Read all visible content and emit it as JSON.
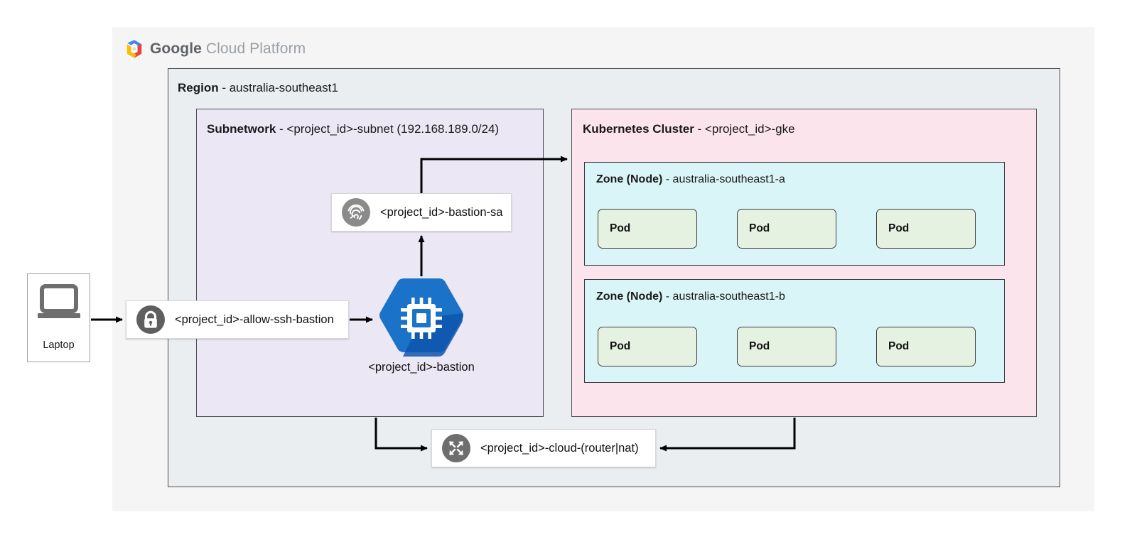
{
  "brand": {
    "logo_icon": "gcp-hexagon-logo-icon",
    "name_bold": "Google",
    "name_light": "Cloud Platform"
  },
  "colors": {
    "panel_bg": "#f5f5f5",
    "region_bg": "#eaeef0",
    "subnet_bg": "#ece7f5",
    "cluster_bg": "#fce4ec",
    "zone_bg": "#d9f5f8",
    "pod_bg": "#e5f2e1",
    "bastion_hex": "#1a73c8",
    "bastion_hex_shadow": "#0f4fa8",
    "icon_circle": "#6e6e6e",
    "stroke": "#4d4d4d"
  },
  "region": {
    "title_bold": "Region",
    "title_rest": " - australia-southeast1"
  },
  "subnetwork": {
    "title_bold": "Subnetwork",
    "title_rest": " - <project_id>-subnet (192.168.189.0/24)"
  },
  "cluster": {
    "title_bold": "Kubernetes Cluster",
    "title_rest": " - <project_id>-gke"
  },
  "zones": [
    {
      "title_bold": "Zone (Node)",
      "title_rest": " - australia-southeast1-a",
      "pods": [
        {
          "label": "Pod"
        },
        {
          "label": "Pod"
        },
        {
          "label": "Pod"
        }
      ]
    },
    {
      "title_bold": "Zone (Node)",
      "title_rest": " - australia-southeast1-b",
      "pods": [
        {
          "label": "Pod"
        },
        {
          "label": "Pod"
        },
        {
          "label": "Pod"
        }
      ]
    }
  ],
  "nodes": {
    "laptop": {
      "label": "Laptop",
      "icon": "laptop-icon"
    },
    "firewall_rule": {
      "label": "<project_id>-allow-ssh-bastion",
      "icon": "lock-icon"
    },
    "service_account": {
      "label": "<project_id>-bastion-sa",
      "icon": "fingerprint-icon"
    },
    "bastion_vm": {
      "label": "<project_id>-bastion",
      "icon": "compute-engine-chip-icon"
    },
    "cloud_router_nat": {
      "label": "<project_id>-cloud-(router|nat)",
      "icon": "expand-arrows-icon"
    }
  },
  "connections": [
    {
      "from": "laptop",
      "to": "firewall_rule"
    },
    {
      "from": "firewall_rule",
      "to": "bastion_vm"
    },
    {
      "from": "bastion_vm",
      "to": "service_account"
    },
    {
      "from": "service_account",
      "to": "cluster"
    },
    {
      "from": "subnetwork",
      "to": "cloud_router_nat"
    },
    {
      "from": "cluster",
      "to": "cloud_router_nat"
    }
  ]
}
